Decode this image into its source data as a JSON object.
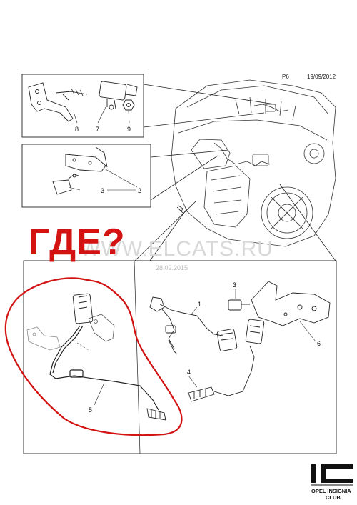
{
  "header": {
    "page": "P6",
    "date": "19/09/2012"
  },
  "watermark": {
    "site": "WWW.ELCATS.RU",
    "date": "28.09.2015"
  },
  "annotation": {
    "text": "ГДЕ?",
    "color": "#d31212"
  },
  "parts": {
    "p1": "1",
    "p2": "2",
    "p3": "3",
    "p4": "4",
    "p5": "5",
    "p6": "6",
    "p7": "7",
    "p8": "8",
    "p9": "9",
    "inset2_p2": "2",
    "inset2_p3": "3"
  },
  "logo": {
    "mark": "IC",
    "line1": "OPEL INSIGNIA",
    "line2": "CLUB"
  }
}
